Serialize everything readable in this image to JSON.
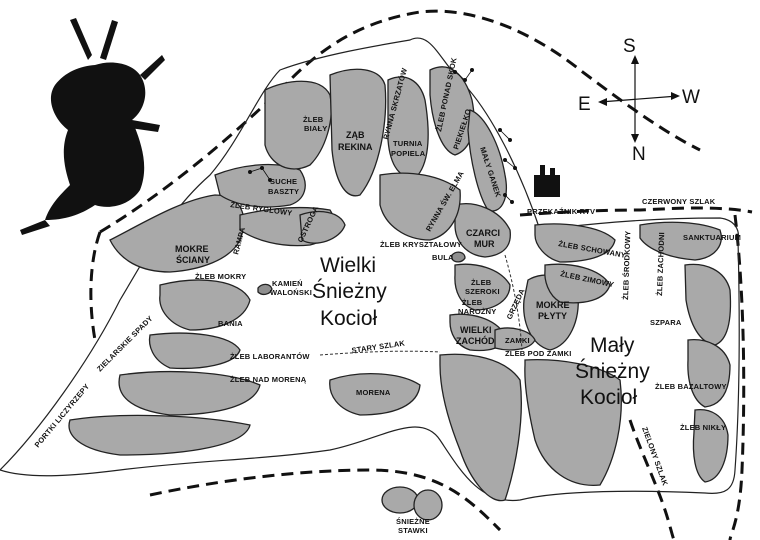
{
  "big_labels": {
    "wielki_1": "Wielki",
    "wielki_2": "Śnieżny",
    "wielki_3": "Kocioł",
    "maly_1": "Mały",
    "maly_2": "Śnieżny",
    "maly_3": "Kocioł"
  },
  "compass": {
    "s": "S",
    "w": "W",
    "e": "E",
    "n": "N"
  },
  "labels": {
    "zleb_bialy_1": "ŻLEB",
    "zleb_bialy_2": "BIAŁY",
    "zab_rekina_1": "ZĄB",
    "zab_rekina_2": "REKINA",
    "rynna_skrzatow": "RYNNA SKRZATÓW",
    "turnia_popiela_1": "TURNIA",
    "turnia_popiela_2": "POPIELA",
    "zleb_ponad_skok": "ŻLEB PONAD SKOK",
    "piekielko": "PIEKIEŁKO",
    "maly_ganek": "MAŁY GANEK",
    "suche_baszty_1": "SUCHE",
    "suche_baszty_2": "BASZTY",
    "zleb_ryglowy": "ŻLEB RYGLOWY",
    "ostroga": "OSTROGA",
    "rampa": "RAMPA",
    "mokre_sciany_1": "MOKRE",
    "mokre_sciany_2": "ŚCIANY",
    "zleb_mokry": "ŻLEB MOKRY",
    "kamien_walonski_1": "KAMIEŃ",
    "kamien_walonski_2": "WALOŃSKI",
    "bania": "BANIA",
    "zleb_laborantow": "ŻLEB LABORANTÓW",
    "zleb_nad_morena": "ŻLEB NAD MORENĄ",
    "zielarskie_spady": "ZIELARSKIE SPADY",
    "portki_liczyrzepy": "PORTKI LICZYRZEPY",
    "morena": "MORENA",
    "stary_szlak": "STARY SZLAK",
    "rynna_sw_elma": "RYNNA ŚW. ELMA",
    "zleb_krysztalowy": "ŻLEB KRYSZTAŁOWY",
    "bula": "BULA",
    "czarci_mur_1": "CZARCI",
    "czarci_mur_2": "MUR",
    "zleb_szeroki_1": "ŻLEB",
    "zleb_szeroki_2": "SZEROKI",
    "zleb_narozny_1": "ŻLEB",
    "zleb_narozny_2": "NAROŻNY",
    "wielki_zachod_1": "WIELKI",
    "wielki_zachod_2": "ZACHÓD",
    "grzeda": "GRZĘDA",
    "mokre_plyty_1": "MOKRE",
    "mokre_plyty_2": "PŁYTY",
    "zamki": "ZAMKI",
    "zleb_pod_zamki": "ŻLEB POD ZAMKI",
    "przekaznik_rtv": "PRZEKAŹNIK RTV",
    "czerwony_szlak": "CZERWONY SZLAK",
    "zleb_schowany": "ŻLEB SCHOWANY",
    "zleb_zimowy": "ŻLEB ZIMOWY",
    "zleb_srodkowy": "ŻLEB ŚRODKOWY",
    "zleb_zachodni": "ŻLEB ZACHODNI",
    "sanktuarium": "SANKTUARIUM",
    "szpara": "SZPARA",
    "zleb_bazaltowy": "ŻLEB BAZALTOWY",
    "zleb_nikly": "ŻLEB NIKŁY",
    "zielony_szlak": "ZIELONY SZLAK",
    "sniezne_stawki_1": "ŚNIEŻNE",
    "sniezne_stawki_2": "STAWKI"
  },
  "colors": {
    "rock": "#a9a9a9",
    "rock_dark": "#8f8f8f",
    "ink": "#111111"
  }
}
